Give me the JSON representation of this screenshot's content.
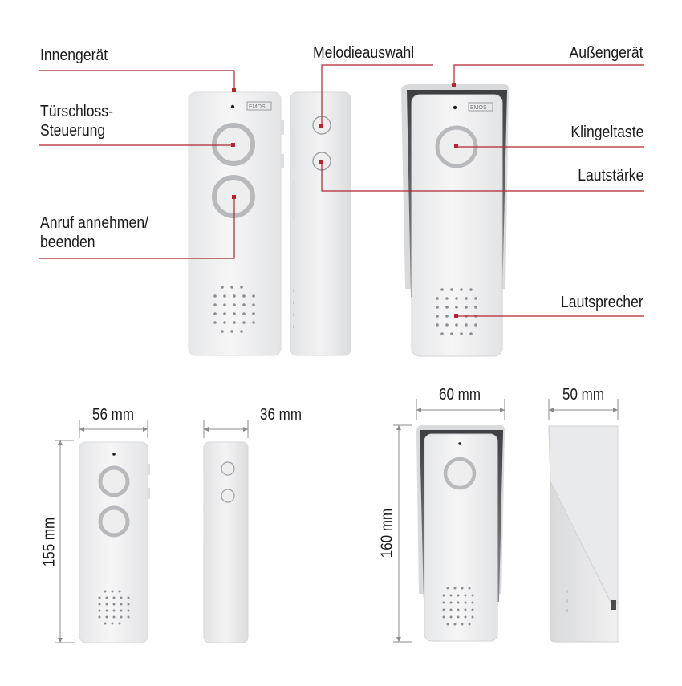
{
  "labels": {
    "innengeraet": "Innengerät",
    "tuerschloss_line1": "Türschloss-",
    "tuerschloss_line2": "Steuerung",
    "anruf_line1": "Anruf annehmen/",
    "anruf_line2": "beenden",
    "melodieauswahl": "Melodieauswahl",
    "aussengeraet": "Außengerät",
    "klingeltaste": "Klingeltaste",
    "lautstaerke": "Lautstärke",
    "lautsprecher": "Lautsprecher"
  },
  "brand": {
    "logo_text": "EMOS"
  },
  "dimensions": {
    "indoor_width": "56 mm",
    "indoor_depth": "36 mm",
    "indoor_height": "155 mm",
    "outdoor_width": "60 mm",
    "outdoor_depth": "50 mm",
    "outdoor_height": "160 mm"
  },
  "colors": {
    "leader_line": "#b3262d",
    "device_body": "#efeff0",
    "device_edge": "#d7d8da",
    "button_ring": "#b9babd",
    "frame_dark": "#4a4c50"
  }
}
